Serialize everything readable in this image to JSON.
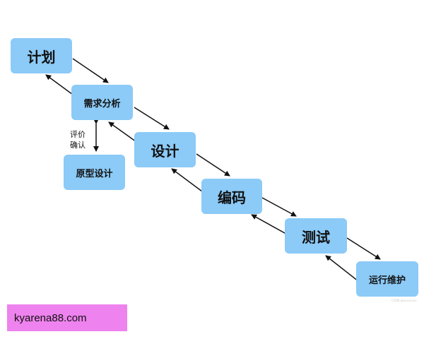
{
  "nodes": {
    "plan": "计划",
    "requirements": "需求分析",
    "prototype": "原型设计",
    "design": "设计",
    "coding": "编码",
    "testing": "测试",
    "maintenance": "运行维护"
  },
  "side_label": {
    "line1": "评价",
    "line2": "确认"
  },
  "watermark": "CSDN @xxxxxxxx",
  "banner": "kyarena88.com",
  "colors": {
    "node_fill": "#8ccaf7",
    "arrow": "#111111",
    "banner_bg": "#ee82ee"
  }
}
